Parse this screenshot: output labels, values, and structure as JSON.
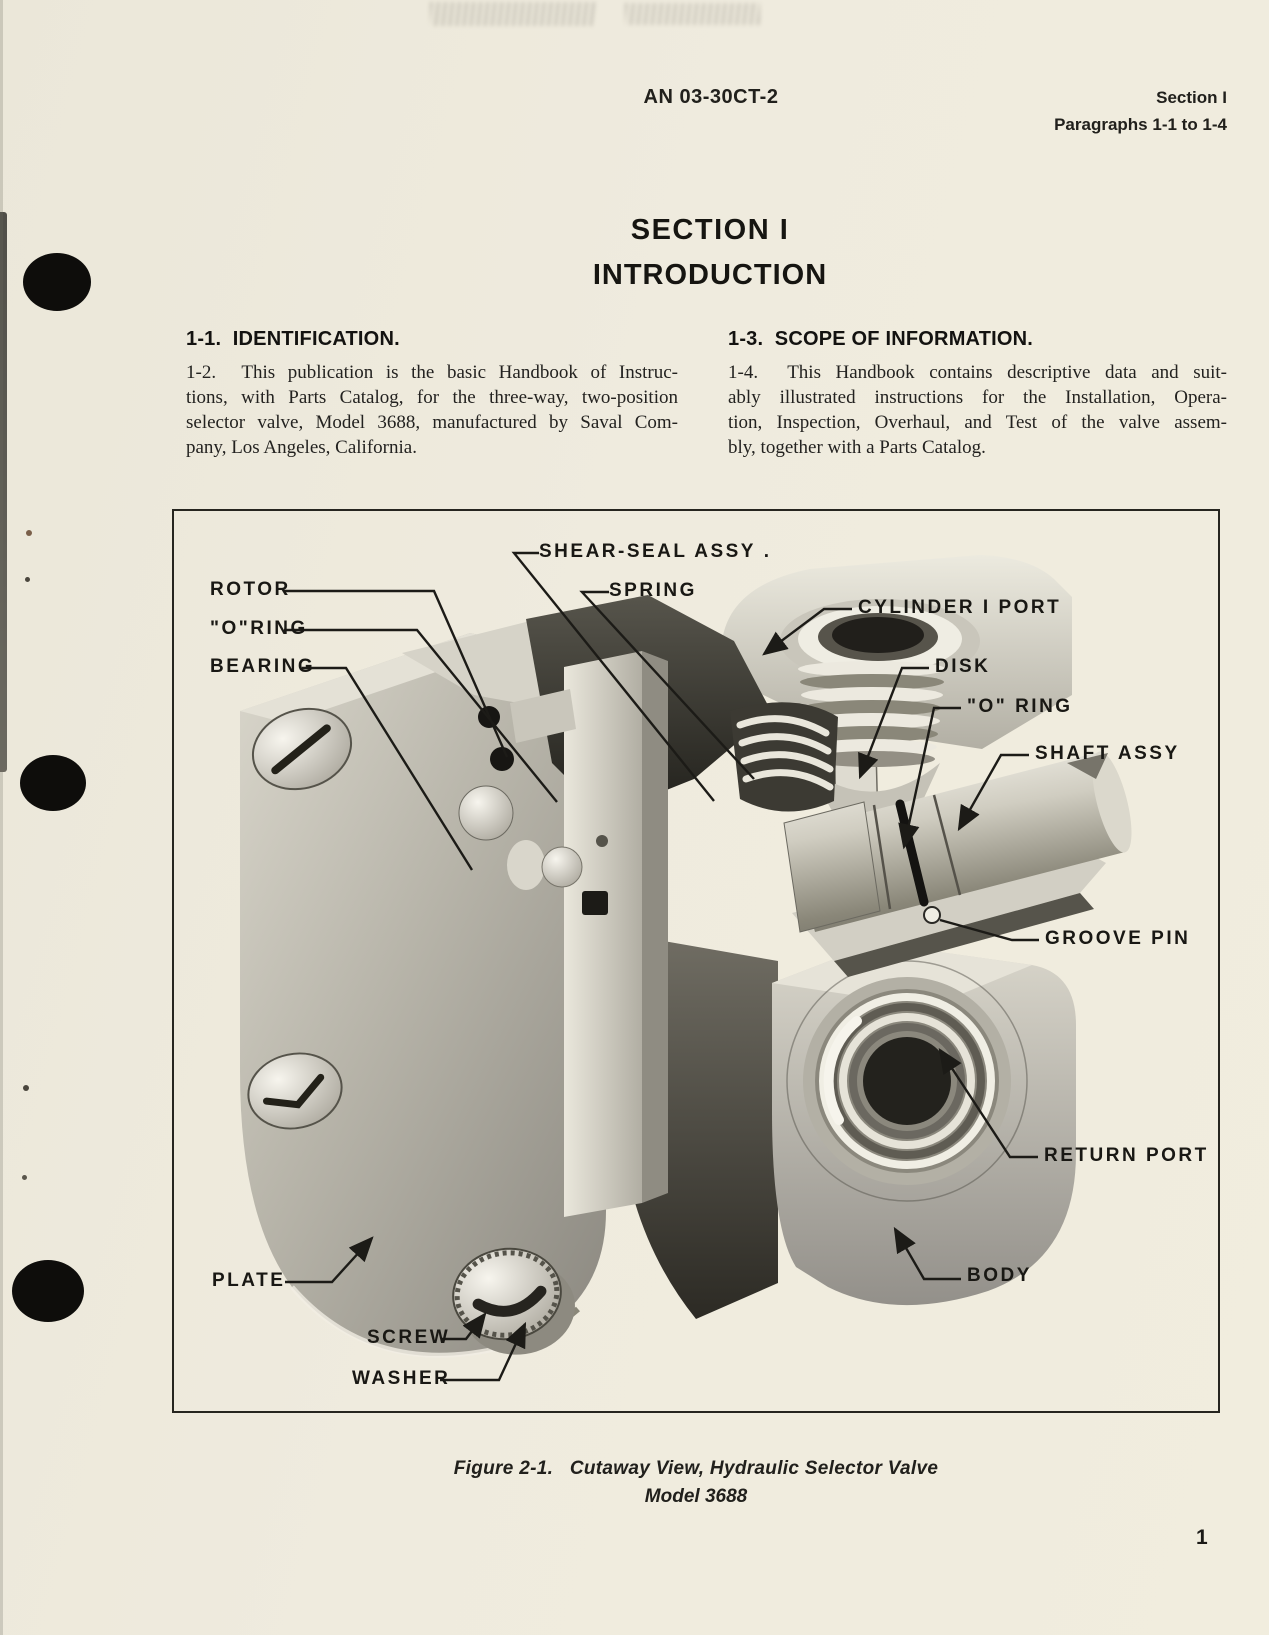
{
  "header": {
    "doc_number": "AN 03-30CT-2",
    "section_line": "Section I",
    "paragraphs_line": "Paragraphs 1-1 to 1-4"
  },
  "title": {
    "section": "SECTION I",
    "subtitle": "INTRODUCTION"
  },
  "columns": {
    "left": {
      "heading": "1-1.  IDENTIFICATION.",
      "lines": [
        "1-2.  This publication is the basic Handbook of Instruc-",
        "tions, with Parts Catalog, for the three-way, two-position",
        "selector valve, Model 3688, manufactured by Saval Com-",
        "pany, Los Angeles, California."
      ]
    },
    "right": {
      "heading": "1-3.  SCOPE OF INFORMATION.",
      "lines": [
        "1-4.  This Handbook contains descriptive data and suit-",
        "ably illustrated instructions for the Installation, Opera-",
        "tion, Inspection, Overhaul, and Test of the valve assem-",
        "bly, together with a Parts Catalog."
      ]
    }
  },
  "figure": {
    "labels": [
      {
        "id": "shear-seal-assy",
        "text": "SHEAR-SEAL ASSY ."
      },
      {
        "id": "rotor",
        "text": "ROTOR"
      },
      {
        "id": "spring",
        "text": "SPRING"
      },
      {
        "id": "o-ring-left",
        "text": "\"O\"RING"
      },
      {
        "id": "bearing",
        "text": "BEARING"
      },
      {
        "id": "cylinder-1-port",
        "text": "CYLINDER I PORT"
      },
      {
        "id": "disk",
        "text": "DISK"
      },
      {
        "id": "o-ring-right",
        "text": "\"O\" RING"
      },
      {
        "id": "shaft-assy",
        "text": "SHAFT ASSY"
      },
      {
        "id": "groove-pin",
        "text": "GROOVE PIN"
      },
      {
        "id": "return-port",
        "text": "RETURN PORT"
      },
      {
        "id": "body",
        "text": "BODY"
      },
      {
        "id": "plate",
        "text": "PLATE"
      },
      {
        "id": "screw",
        "text": "SCREW"
      },
      {
        "id": "washer",
        "text": "WASHER"
      }
    ],
    "caption_line1": "Figure 2-1.   Cutaway View, Hydraulic Selector Valve",
    "caption_line2": "Model 3688"
  },
  "page_number": "1",
  "colors": {
    "paper": "#efebde",
    "ink": "#1c1b17"
  }
}
